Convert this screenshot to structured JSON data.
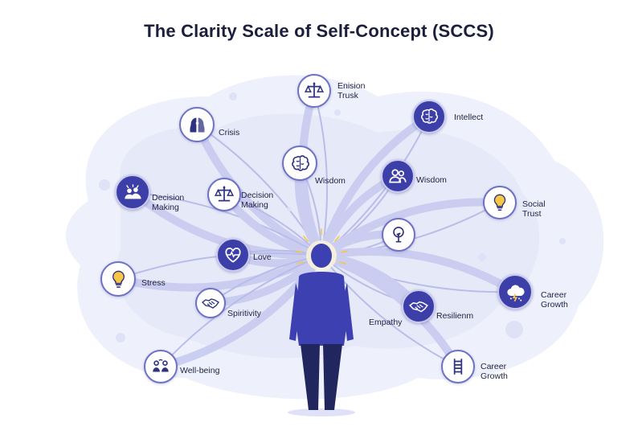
{
  "title": "The Clarity Scale of Self-Concept (SCCS)",
  "colors": {
    "title": "#1b1f3b",
    "stream": "#c7cbef",
    "icon_dark": "#3d3fa8",
    "figure": "#3c40b0",
    "figure_legs": "#22265e",
    "glow": "#f6c644"
  },
  "nodes": [
    {
      "id": "balance-top",
      "icon": "scales-icon",
      "style": "light",
      "label_lines": [
        "Enision",
        "Trusk"
      ]
    },
    {
      "id": "intellect",
      "icon": "brain-icon",
      "style": "dark",
      "label_lines": [
        "Intellect"
      ]
    },
    {
      "id": "crisis",
      "icon": "head-profiles-icon",
      "style": "light",
      "label_lines": [
        "Crisis"
      ]
    },
    {
      "id": "wisdom-brain",
      "icon": "brain-icon",
      "style": "light",
      "label_lines": [
        "Wisdom"
      ]
    },
    {
      "id": "wisdom-people",
      "icon": "people-icon",
      "style": "dark",
      "label_lines": [
        "Wisdom"
      ]
    },
    {
      "id": "decision-making-left",
      "icon": "crowd-icon",
      "style": "dark",
      "label_lines": [
        "Decision",
        "Making"
      ]
    },
    {
      "id": "decision-making-scales",
      "icon": "scales-icon",
      "style": "light",
      "label_lines": [
        "Decision",
        "Making"
      ]
    },
    {
      "id": "social-trust",
      "icon": "lightbulb-icon",
      "style": "light",
      "label_lines": [
        "Social",
        "Trust"
      ]
    },
    {
      "id": "tree",
      "icon": "tree-icon",
      "style": "light",
      "label_lines": []
    },
    {
      "id": "love",
      "icon": "heart-icon",
      "style": "dark",
      "label_lines": [
        "Love"
      ]
    },
    {
      "id": "stress",
      "icon": "lightbulb-icon",
      "style": "light",
      "label_lines": [
        "Stress"
      ]
    },
    {
      "id": "career-growth-cloud",
      "icon": "storm-cloud-icon",
      "style": "dark",
      "label_lines": [
        "Career",
        "Growth"
      ]
    },
    {
      "id": "spiritivity",
      "icon": "handshake-icon",
      "style": "light",
      "label_lines": [
        "Spiritivity"
      ]
    },
    {
      "id": "resilience",
      "icon": "handshake-icon",
      "style": "dark",
      "label_lines": [
        "Resilienm"
      ]
    },
    {
      "id": "empathy",
      "icon": "none",
      "style": "none",
      "label_lines": [
        "Empathy"
      ]
    },
    {
      "id": "well-being",
      "icon": "figures-icon",
      "style": "light",
      "label_lines": [
        "Well-being"
      ]
    },
    {
      "id": "career-growth-ladder",
      "icon": "ladder-icon",
      "style": "light",
      "label_lines": [
        "Career",
        "Growth"
      ]
    }
  ],
  "figure": {
    "icon": "person-silhouette-icon",
    "glow": "sparkle-glow-icon"
  }
}
